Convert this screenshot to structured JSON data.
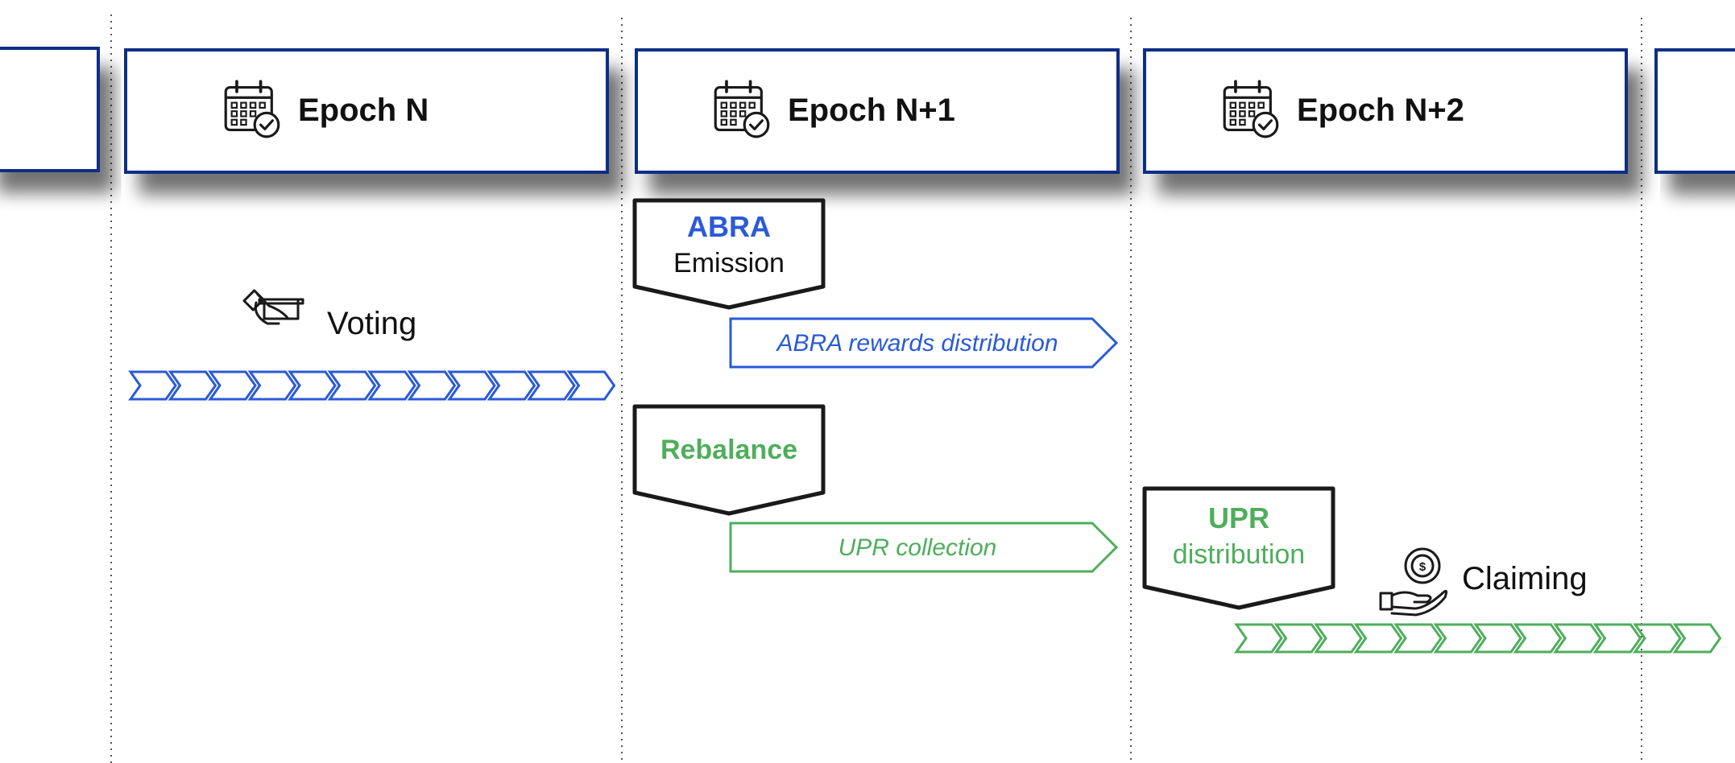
{
  "epochs": [
    {
      "label": "Epoch N"
    },
    {
      "label": "Epoch N+1"
    },
    {
      "label": "Epoch N+2"
    }
  ],
  "voting": {
    "label": "Voting",
    "icon": "ballot-box-icon"
  },
  "abra_emission": {
    "line1": "ABRA",
    "line2": "Emission"
  },
  "abra_rewards": {
    "label": "ABRA rewards distribution"
  },
  "rebalance": {
    "label": "Rebalance"
  },
  "upr_collection": {
    "label": "UPR collection"
  },
  "upr_distribution": {
    "line1": "UPR",
    "line2": "distribution"
  },
  "claiming": {
    "label": "Claiming",
    "icon": "coin-in-hand-icon"
  },
  "colors": {
    "navy": "#0f2f85",
    "blue": "#2a5ad7",
    "green": "#4fae5c",
    "dark": "#1a1a1a"
  }
}
